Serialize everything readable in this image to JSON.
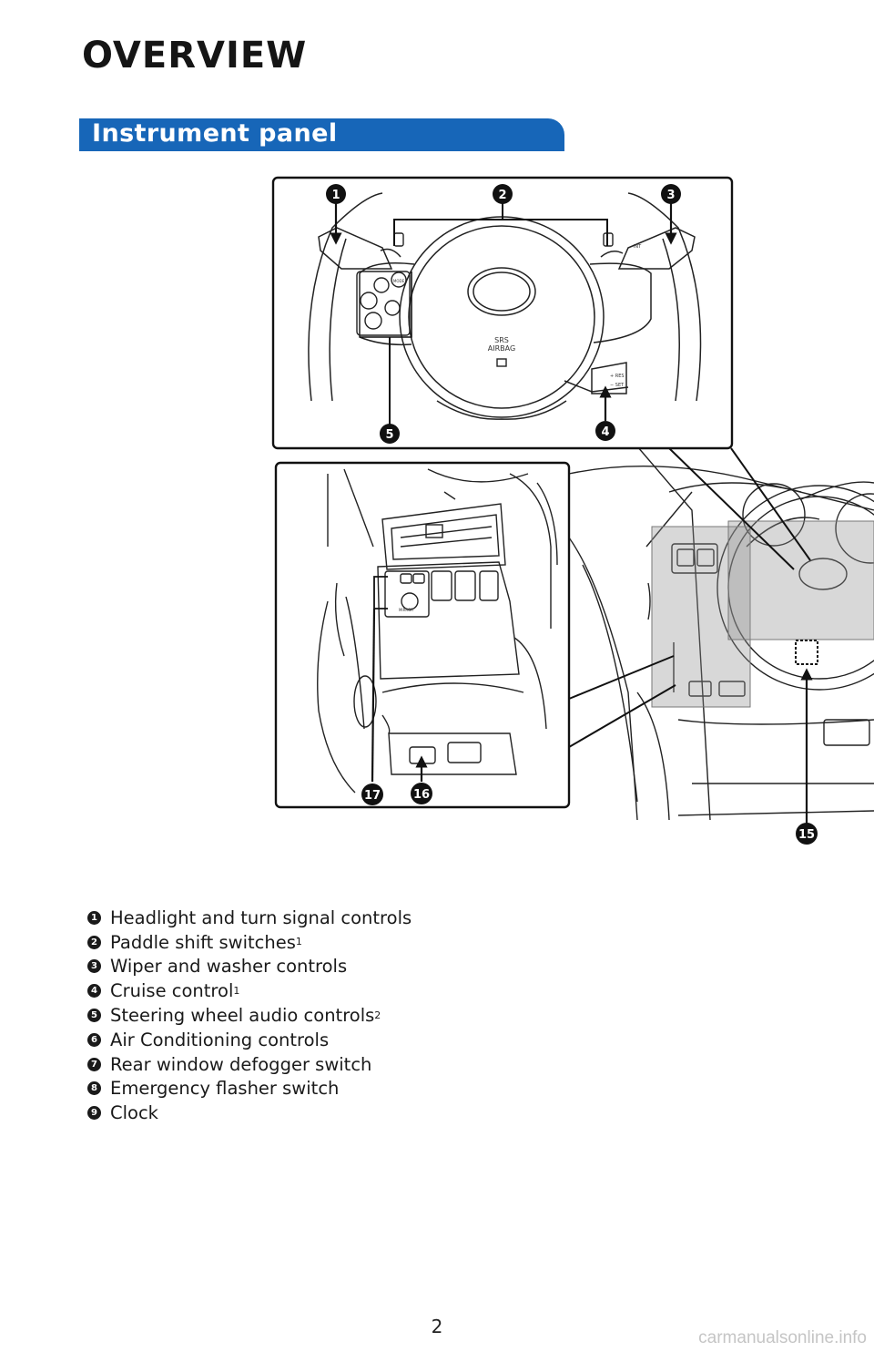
{
  "page": {
    "heading": "OVERVIEW",
    "section": "Instrument panel",
    "page_number": "2",
    "watermark": "carmanualsonline.info"
  },
  "callouts": {
    "c1": "1",
    "c2": "2",
    "c3": "3",
    "c4": "4",
    "c5": "5",
    "c15": "15",
    "c16": "16",
    "c17": "17"
  },
  "illustration_labels": {
    "srs": "SRS",
    "airbag": "AIRBAG",
    "mode": "MODE",
    "mirror": "MIRROR",
    "int": "INT",
    "res": "+ RES",
    "set": "− SET"
  },
  "legend": [
    {
      "num": "1",
      "text": "Headlight and turn signal controls",
      "sup": ""
    },
    {
      "num": "2",
      "text": "Paddle shift switches",
      "sup": "1"
    },
    {
      "num": "3",
      "text": "Wiper and washer controls",
      "sup": ""
    },
    {
      "num": "4",
      "text": "Cruise control",
      "sup": "1"
    },
    {
      "num": "5",
      "text": "Steering wheel audio controls",
      "sup": "2"
    },
    {
      "num": "6",
      "text": "Air Conditioning controls",
      "sup": ""
    },
    {
      "num": "7",
      "text": "Rear window defogger switch",
      "sup": ""
    },
    {
      "num": "8",
      "text": "Emergency flasher switch",
      "sup": ""
    },
    {
      "num": "9",
      "text": "Clock",
      "sup": ""
    }
  ],
  "colors": {
    "banner": "#1766b8",
    "ink": "#1a1a1a"
  }
}
